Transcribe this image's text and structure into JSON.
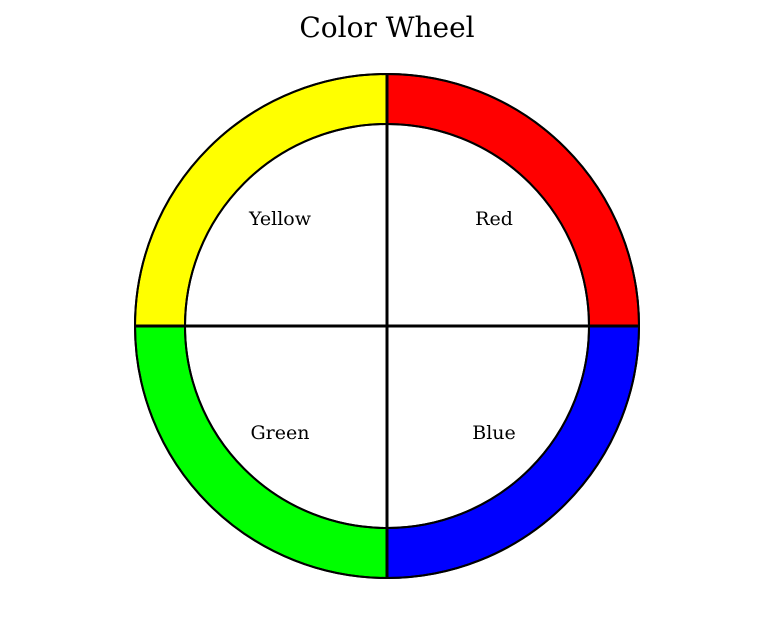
{
  "title": "Color Wheel",
  "segments": [
    {
      "label": "Red",
      "color": "#ff0000",
      "quadrant": "top-right"
    },
    {
      "label": "Yellow",
      "color": "#ffff00",
      "quadrant": "top-left"
    },
    {
      "label": "Green",
      "color": "#00ff00",
      "quadrant": "bottom-left"
    },
    {
      "label": "Blue",
      "color": "#0000ff",
      "quadrant": "bottom-right"
    }
  ]
}
